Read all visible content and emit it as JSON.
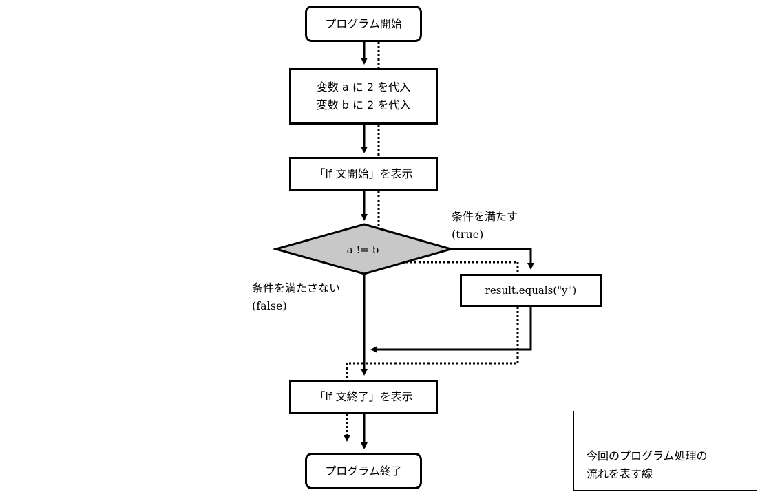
{
  "flowchart": {
    "start": "プログラム開始",
    "assign_lines": [
      "変数 a に 2 を代入",
      "変数 b に 2 を代入"
    ],
    "print_start": "「if 文開始」を表示",
    "condition": "a != b",
    "true_label": [
      "条件を満たす",
      "(true)"
    ],
    "false_label": [
      "条件を満たさない",
      "(false)"
    ],
    "true_action": "result.equals(\"y\")",
    "print_end": "「if 文終了」を表示",
    "end": "プログラム終了"
  },
  "legend": {
    "lines": [
      "今回のプログラム処理の",
      "流れを表す線"
    ]
  },
  "colors": {
    "stroke": "#000000",
    "decision_fill": "#c8c8c8",
    "node_fill": "#ffffff"
  }
}
